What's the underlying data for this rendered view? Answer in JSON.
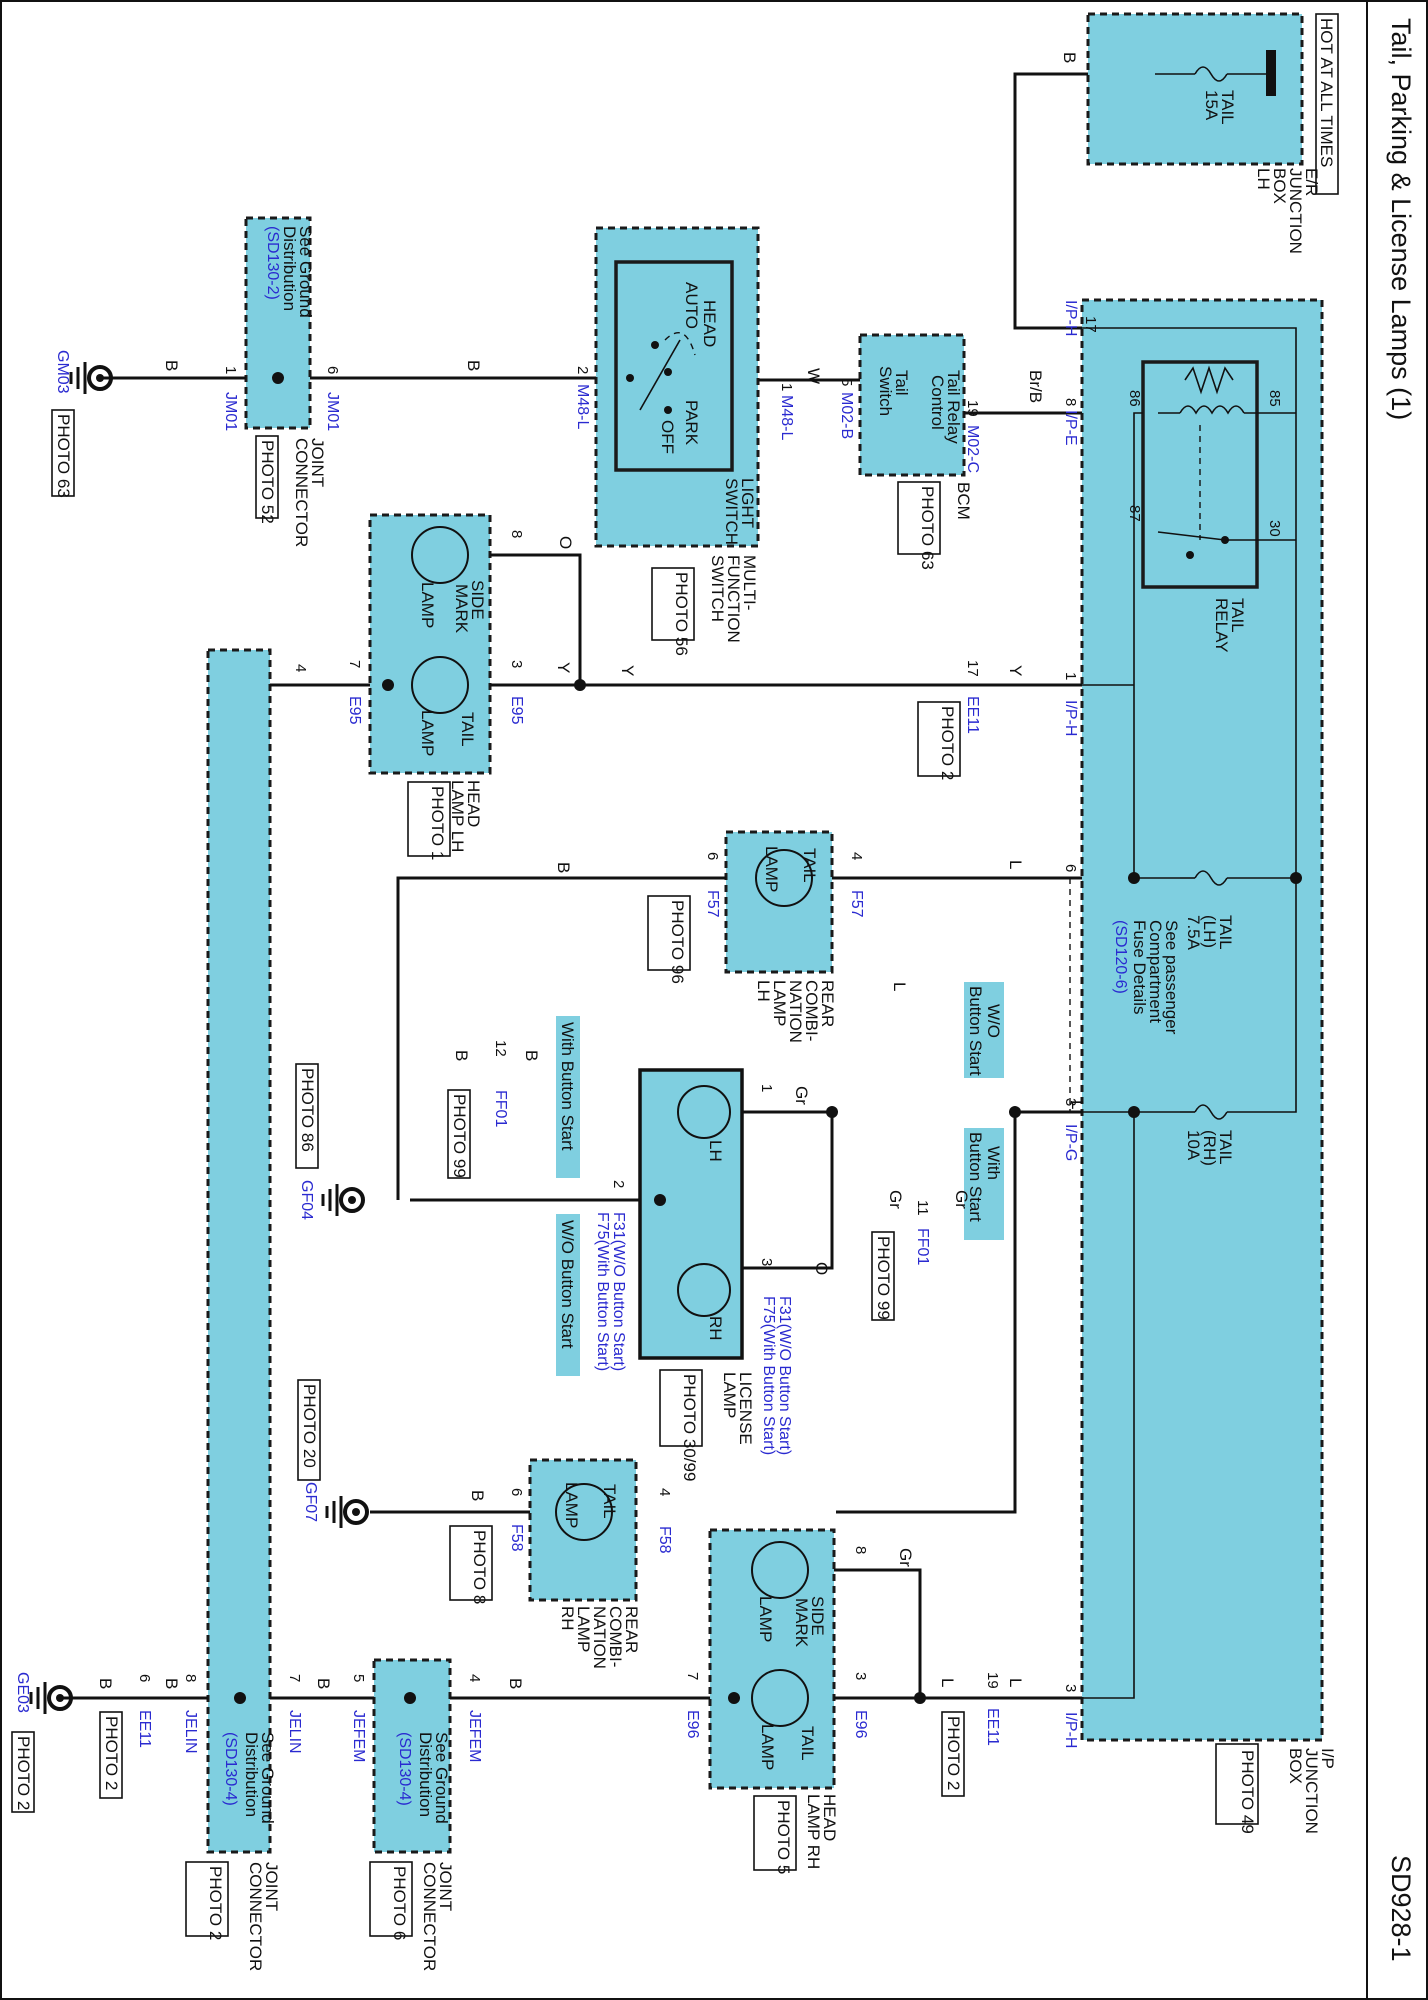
{
  "page": {
    "title": "Tail, Parking & License Lamps (1)",
    "code": "SD928-1"
  },
  "components": {
    "er_junction_box": {
      "label": [
        "E/R",
        "JUNCTION",
        "BOX",
        "LH"
      ],
      "hot_label": "HOT AT ALL TIMES",
      "fuse": [
        "TAIL",
        "15A"
      ]
    },
    "ip_junction_box": {
      "label": [
        "I/P",
        "JUNCTION",
        "BOX"
      ],
      "photo": "PHOTO 49",
      "fuse_detail_note": [
        "See passenger",
        "Compartment",
        "Fuse Details"
      ],
      "fuse_detail_ref": "(SD120-6)"
    },
    "tail_relay": {
      "label": [
        "TAIL",
        "RELAY"
      ],
      "pins": {
        "p85": "85",
        "p86": "86",
        "p87": "87",
        "p30": "30"
      }
    },
    "fuse_tail_lh": [
      "TAIL",
      "(LH)",
      "7.5A"
    ],
    "fuse_tail_rh": [
      "TAIL",
      "(RH)",
      "10A"
    ],
    "bcm": {
      "label": "BCM",
      "photo": "PHOTO 63",
      "inner": [
        "Tail Relay",
        "Control",
        "Tail",
        "Switch"
      ]
    },
    "light_switch": {
      "label": [
        "LIGHT",
        "SWITCH"
      ],
      "multi": [
        "MULTI-",
        "FUNCTION",
        "SWITCH"
      ],
      "photo": "PHOTO 56",
      "positions": [
        "HEAD",
        "PARK",
        "AUTO",
        "OFF"
      ]
    },
    "joint_connector_jm01": {
      "label": [
        "JOINT",
        "CONNECTOR"
      ],
      "photo": "PHOTO 52",
      "note": [
        "See Ground",
        "Distribution"
      ],
      "ref": "(SD130-2)"
    },
    "headlamp_lh": {
      "label": [
        "HEAD",
        "LAMP LH"
      ],
      "photo": "PHOTO 1",
      "side": [
        "SIDE",
        "MARK",
        "LAMP"
      ],
      "tail": [
        "TAIL",
        "LAMP"
      ]
    },
    "headlamp_rh": {
      "label": [
        "HEAD",
        "LAMP RH"
      ],
      "photo": "PHOTO 5",
      "side": [
        "SIDE",
        "MARK",
        "LAMP"
      ],
      "tail": [
        "TAIL",
        "LAMP"
      ]
    },
    "rear_combi_lh": {
      "label": [
        "REAR",
        "COMBI-",
        "NATION",
        "LAMP",
        "LH"
      ],
      "photo": "PHOTO 96",
      "lamp": [
        "TAIL",
        "LAMP"
      ]
    },
    "rear_combi_rh": {
      "label": [
        "REAR",
        "COMBI-",
        "NATION",
        "LAMP",
        "RH"
      ],
      "photo": "PHOTO 8",
      "lamp": [
        "TAIL",
        "LAMP"
      ]
    },
    "license_lamp": {
      "label": [
        "LICENSE",
        "LAMP"
      ],
      "photo": "PHOTO 30/99",
      "lh": "LH",
      "rh": "RH"
    },
    "joint_connector_jelin": {
      "label": [
        "JOINT",
        "CONNECTOR"
      ],
      "photo": "PHOTO 2",
      "note": [
        "See Ground",
        "Distribution"
      ],
      "ref": "(SD130-4)"
    },
    "joint_connector_jefem": {
      "label": [
        "JOINT",
        "CONNECTOR"
      ],
      "photo": "PHOTO 6",
      "note": [
        "See Ground",
        "Distribution"
      ],
      "ref": "(SD130-4)"
    }
  },
  "grounds": {
    "gm03": {
      "name": "GM03",
      "photo": "PHOTO 63"
    },
    "gf04": {
      "name": "GF04",
      "photo": "PHOTO 86"
    },
    "gf07": {
      "name": "GF07",
      "photo": "PHOTO 20"
    },
    "ge03": {
      "name": "GE03",
      "photo": "PHOTO 2"
    }
  },
  "connectors": {
    "ip_h": "I/P-H",
    "ip_e": "I/P-E",
    "ip_g": "I/P-G",
    "m02c": "M02-C",
    "m02b": "M02-B",
    "m48l": "M48-L",
    "jm01": "JM01",
    "e95": "E95",
    "e96": "E96",
    "ee11": "EE11",
    "f57": "F57",
    "f58": "F58",
    "ff01": "FF01",
    "f31_wo": "F31(W/O Button Start)",
    "f75_with": "F75(With Button Start)",
    "jelin": "JELIN",
    "jefem": "JEFEM",
    "photo_2": "PHOTO 2",
    "photo_99": "PHOTO 99"
  },
  "notes": {
    "with_button_start": "With Button Start",
    "wo_button_start": "W/O Button Start",
    "wo": "W/O",
    "with": "With",
    "button_start": "Button Start"
  },
  "wire_colors": {
    "B": "B",
    "W": "W",
    "BrB": "Br/B",
    "Y": "Y",
    "O": "O",
    "L": "L",
    "Gr": "Gr"
  },
  "pins": {
    "n1": "1",
    "n2": "2",
    "n3": "3",
    "n4": "4",
    "n5": "5",
    "n6": "6",
    "n7": "7",
    "n8": "8",
    "n11": "11",
    "n12": "12",
    "n17": "17",
    "n19": "19"
  }
}
